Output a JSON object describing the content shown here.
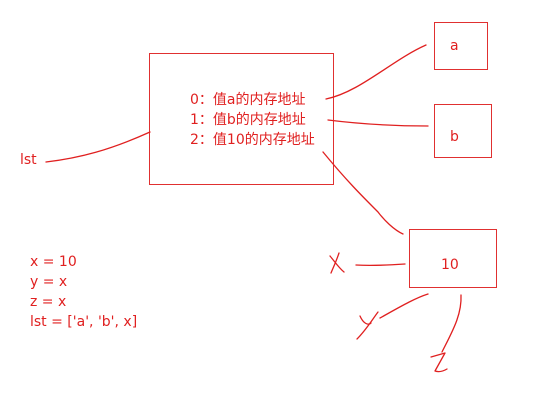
{
  "list_box": {
    "entries": [
      "0：值a的内存地址",
      "1：值b的内存地址",
      "2：值10的内存地址"
    ]
  },
  "labels": {
    "lst": "lst",
    "a": "a",
    "b": "b",
    "ten": "10"
  },
  "code_lines": [
    "x = 10",
    "y = x",
    "z = x",
    "lst = ['a', 'b', x]"
  ],
  "colors": {
    "ink": "#e02020"
  }
}
